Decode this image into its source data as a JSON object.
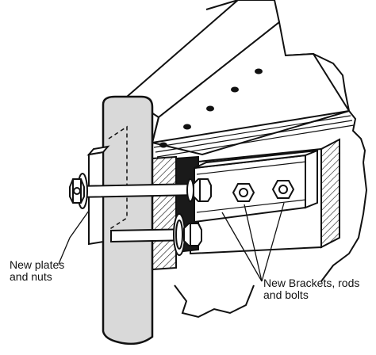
{
  "annotations": {
    "plates_nuts": {
      "line1": "New plates",
      "line2": "and nuts"
    },
    "brackets_rods_bolts": {
      "line1": "New Brackets, rods",
      "line2": "and bolts"
    }
  },
  "colors": {
    "ink": "#111111",
    "post_fill": "#d9d9d9",
    "dark_fill": "#1a1a1a",
    "paper": "#ffffff"
  }
}
